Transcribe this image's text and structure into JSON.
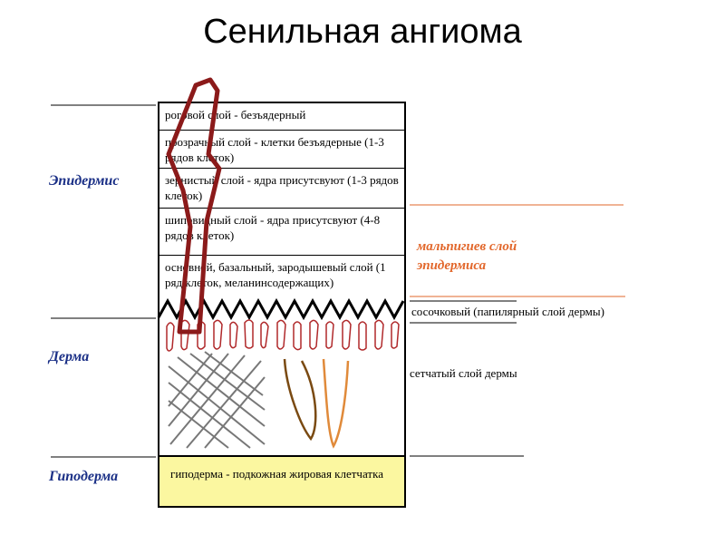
{
  "title": "Сенильная ангиома",
  "regions": {
    "epidermis": "Эпидермис",
    "dermis": "Дерма",
    "hypodermis": "Гиподерма"
  },
  "layers": [
    "роговой слой - безъядерный",
    "прозрачный слой - клетки безъядерные (1-3 рядов клеток)",
    "зернистый слой - ядра присутсвуют (1-3 рядов клеток)",
    "шиповидный слой - ядра присутсвуют (4-8 рядов клеток)",
    "основной, базальный, зародышевый слой (1 ряд клеток, меланинсодержащих)"
  ],
  "malpighian": "мальпигиев слой эпидермиса",
  "papillary": "сосочковый (папилярный слой дермы)",
  "reticular": "сетчатый слой дермы",
  "hypodermis_text": "гиподерма - подкожная жировая клетчатка",
  "colors": {
    "label_blue": "#1a2f86",
    "malpighian_orange": "#e2672b",
    "vessel_red": "#8b1a1a",
    "hypodermis_fill": "#fbf7a0"
  }
}
